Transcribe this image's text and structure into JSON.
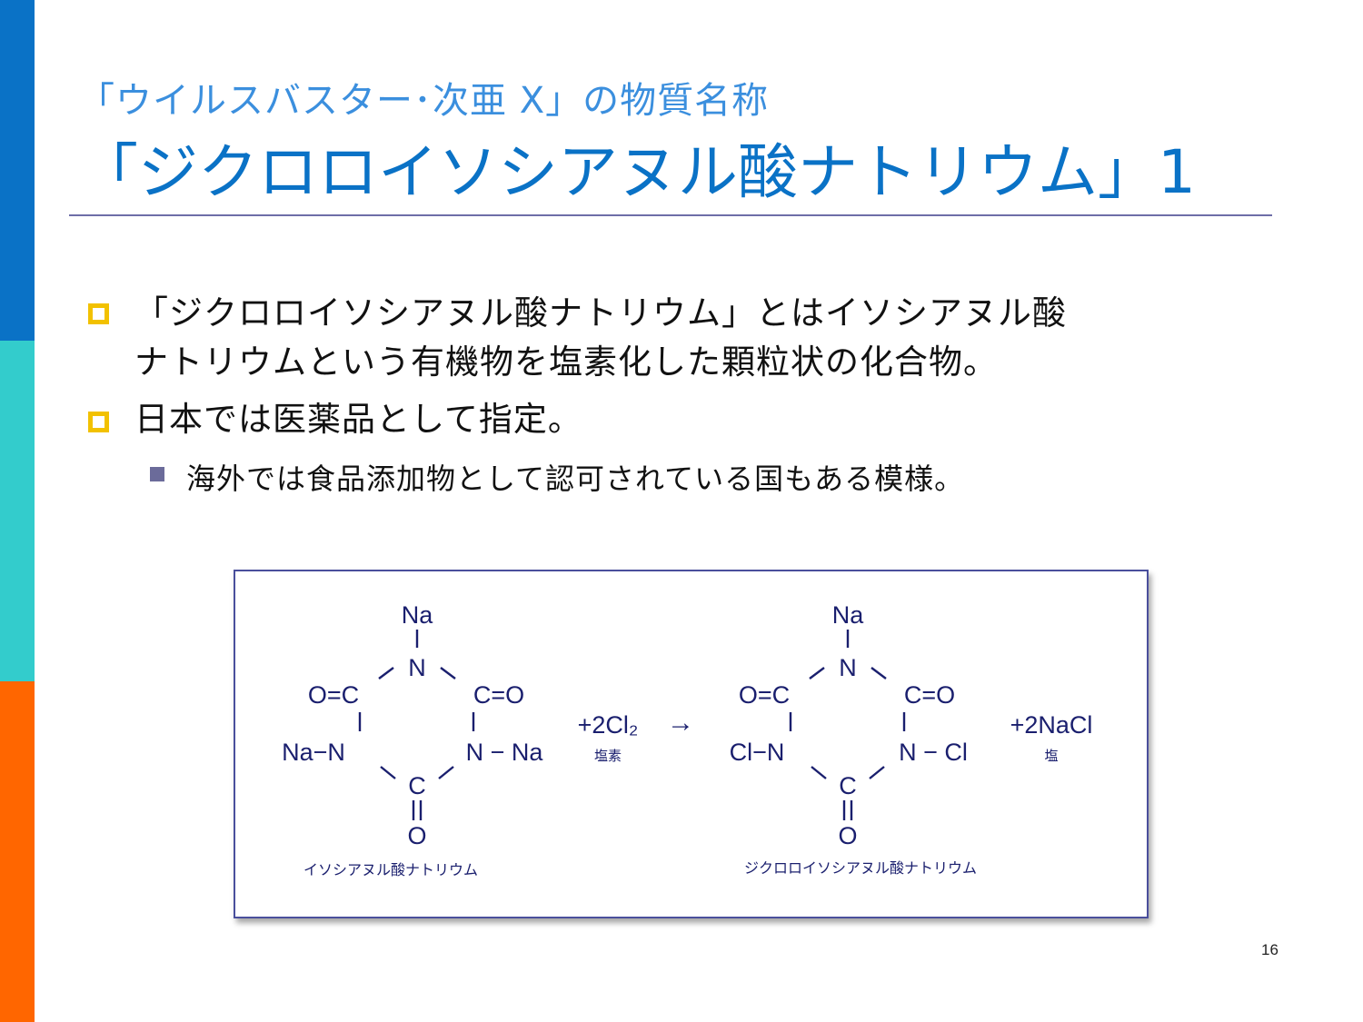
{
  "slide": {
    "subtitle": "「ウイルスバスター･次亜 X」の物質名称",
    "title": "「ジクロロイソシアヌル酸ナトリウム」1",
    "bullets": [
      {
        "line1": "「ジクロロイソシアヌル酸ナトリウム」とはイソシアヌル酸",
        "line2": "ナトリウムという有機物を塩素化した顆粒状の化合物。"
      },
      {
        "line1": "日本では医薬品として指定。"
      }
    ],
    "sub_bullets": [
      "海外では食品添加物として認可されている国もある模様。"
    ],
    "page_number": "16"
  },
  "figure": {
    "left_molecule": {
      "top_atom": "Na",
      "n_top": "N",
      "c_left": "O=C",
      "c_right": "C=O",
      "n_left": "Na−N",
      "n_right": "N − Na",
      "c_bottom": "C",
      "o_bottom": "O",
      "caption": "イソシアヌル酸ナトリウム"
    },
    "reagent": "+2Cl₂",
    "reagent_label": "塩素",
    "arrow": "→",
    "right_molecule": {
      "top_atom": "Na",
      "n_top": "N",
      "c_left": "O=C",
      "c_right": "C=O",
      "n_left": "Cl−N",
      "n_right": "N − Cl",
      "c_bottom": "C",
      "o_bottom": "O",
      "caption": "ジクロロイソシアヌル酸ナトリウム"
    },
    "product": "+2NaCl",
    "product_label": "塩"
  },
  "colors": {
    "accent_blue": "#0a72c6",
    "subtitle_blue": "#3b8fde",
    "teal": "#33cccc",
    "orange": "#ff6600",
    "bullet_yellow": "#f2c100",
    "chem_navy": "#1a1f6e"
  }
}
